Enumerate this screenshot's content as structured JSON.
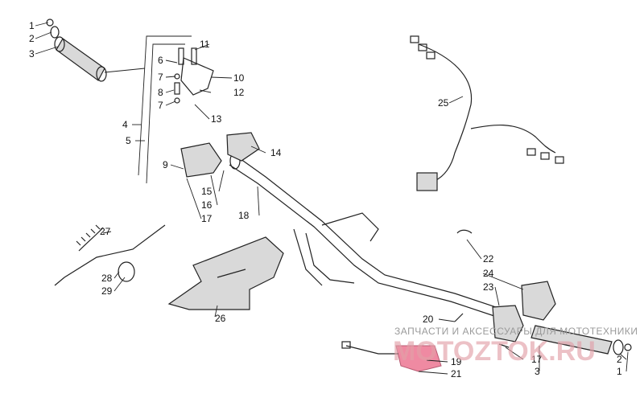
{
  "callouts": {
    "c1a": "1",
    "c2a": "2",
    "c3a": "3",
    "c4": "4",
    "c5": "5",
    "c6": "6",
    "c7a": "7",
    "c7b": "7",
    "c8": "8",
    "c9": "9",
    "c10": "10",
    "c11": "11",
    "c12": "12",
    "c13": "13",
    "c14": "14",
    "c15": "15",
    "c16": "16",
    "c17a": "17",
    "c18": "18",
    "c19": "19",
    "c20": "20",
    "c21": "21",
    "c22": "22",
    "c23": "23",
    "c24": "24",
    "c25": "25",
    "c26": "26",
    "c27": "27",
    "c28": "28",
    "c29": "29",
    "c17b": "17",
    "c3b": "3",
    "c2b": "2",
    "c1b": "1"
  },
  "watermark": {
    "tagline": "ЗАПЧАСТИ И АКСЕССУАРЫ ДЛЯ МОТОТЕХНИКИ",
    "logo": "MOTOZTOK.RU"
  }
}
